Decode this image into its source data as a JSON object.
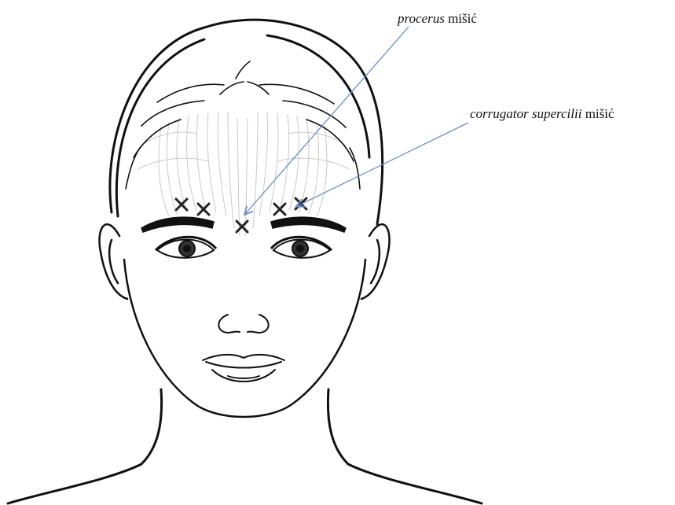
{
  "labels": {
    "procerus": {
      "latin": "procerus",
      "word": "mišić"
    },
    "corrugator": {
      "latin": "corrugator supercilii",
      "word": "mišić"
    }
  },
  "injection_points": {
    "marker": "×",
    "count": 5
  },
  "colors": {
    "line": "#111111",
    "muscle": "#c9c9c9",
    "arrow": "#6b8fc4",
    "marker": "#222222"
  }
}
